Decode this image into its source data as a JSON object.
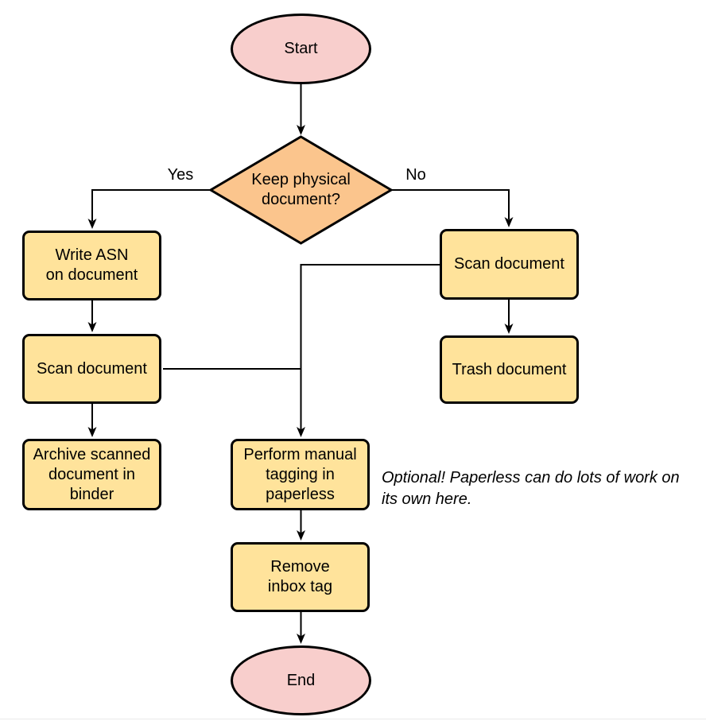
{
  "palette": {
    "terminal_fill": "#F8CECC",
    "decision_fill": "#FBC58D",
    "process_fill": "#FFE39B",
    "stroke": "#000000",
    "text": "#000000"
  },
  "nodes": {
    "start": {
      "lines": [
        "Start"
      ]
    },
    "decision": {
      "lines": [
        "Keep physical",
        "document?"
      ]
    },
    "write_asn": {
      "lines": [
        "Write ASN",
        "on document"
      ]
    },
    "scan_left": {
      "lines": [
        "Scan document"
      ]
    },
    "archive": {
      "lines": [
        "Archive scanned",
        "document in",
        "binder"
      ]
    },
    "scan_right": {
      "lines": [
        "Scan document"
      ]
    },
    "trash": {
      "lines": [
        "Trash document"
      ]
    },
    "tagging": {
      "lines": [
        "Perform manual",
        "tagging in",
        "paperless"
      ]
    },
    "remove_inbox": {
      "lines": [
        "Remove",
        "inbox tag"
      ]
    },
    "end": {
      "lines": [
        "End"
      ]
    }
  },
  "edge_labels": {
    "yes": "Yes",
    "no": "No"
  },
  "annotation": {
    "lines": [
      "Optional! Paperless can do lots of work on",
      "its own here."
    ]
  }
}
